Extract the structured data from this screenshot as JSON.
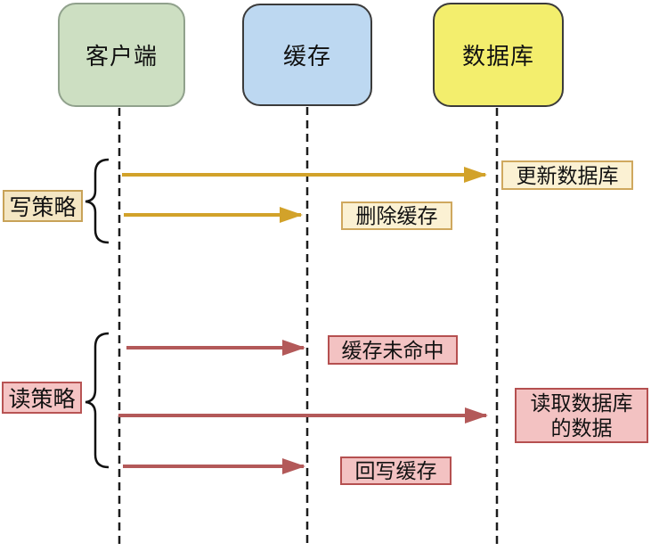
{
  "actors": [
    {
      "name": "客户端",
      "fill": "#cddfc2",
      "border": "#90a18c"
    },
    {
      "name": "缓存",
      "fill": "#bdd8f1",
      "border": "#3b3b3b"
    },
    {
      "name": "数据库",
      "fill": "#f3ee6d",
      "border": "#3b3b3b"
    }
  ],
  "write_strategy": {
    "label": "写策略",
    "arrow_color": "#d2a22a",
    "label_bg": "#f4e6c3",
    "label_border": "#c8a258",
    "messages": [
      {
        "text": "更新数据库",
        "from": "客户端",
        "to": "数据库"
      },
      {
        "text": "删除缓存",
        "from": "客户端",
        "to": "缓存"
      }
    ]
  },
  "read_strategy": {
    "label": "读策略",
    "arrow_color": "#b35959",
    "label_bg": "#f5c4c4",
    "label_border": "#b85454",
    "messages": [
      {
        "text": "缓存未命中",
        "from": "客户端",
        "to": "缓存"
      },
      {
        "text": "读取数据库的数据",
        "line1": "读取数据库",
        "line2": "的数据",
        "from": "客户端",
        "to": "数据库"
      },
      {
        "text": "回写缓存",
        "from": "客户端",
        "to": "缓存"
      }
    ]
  },
  "lifeline_color": "#1c1c1c",
  "brace_color": "#111111"
}
